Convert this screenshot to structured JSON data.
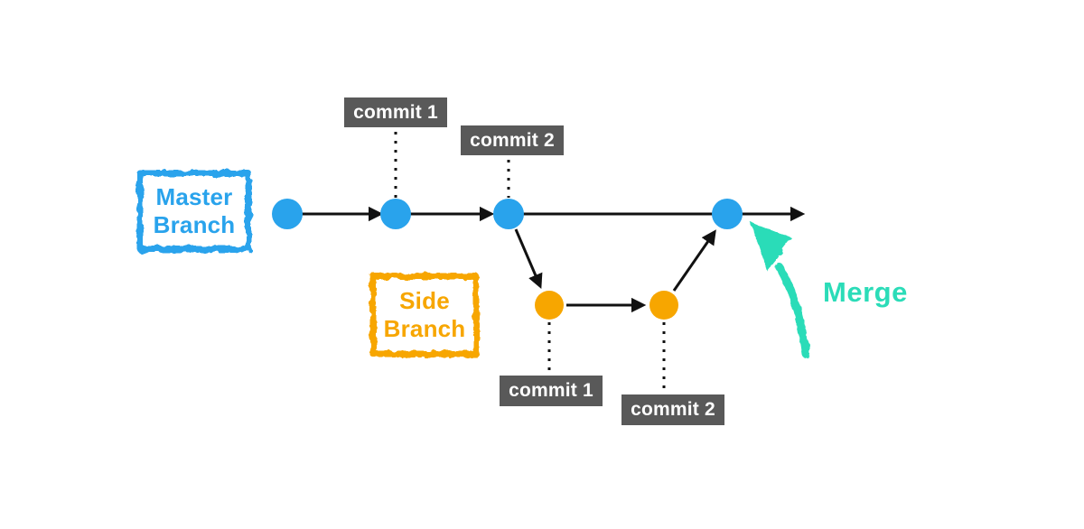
{
  "colors": {
    "master_blue": "#29A3EC",
    "side_yellow": "#F7A600",
    "commit_label_bg": "#595959",
    "commit_label_text": "#FFFFFF",
    "merge_teal": "#2BDCB8",
    "line_black": "#111111"
  },
  "master_branch": {
    "label": "Master Branch",
    "node_count": 4,
    "commit_labels": [
      "commit 1",
      "commit 2"
    ]
  },
  "side_branch": {
    "label": "Side Branch",
    "node_count": 2,
    "commit_labels": [
      "commit 1",
      "commit 2"
    ]
  },
  "merge": {
    "label": "Merge"
  }
}
